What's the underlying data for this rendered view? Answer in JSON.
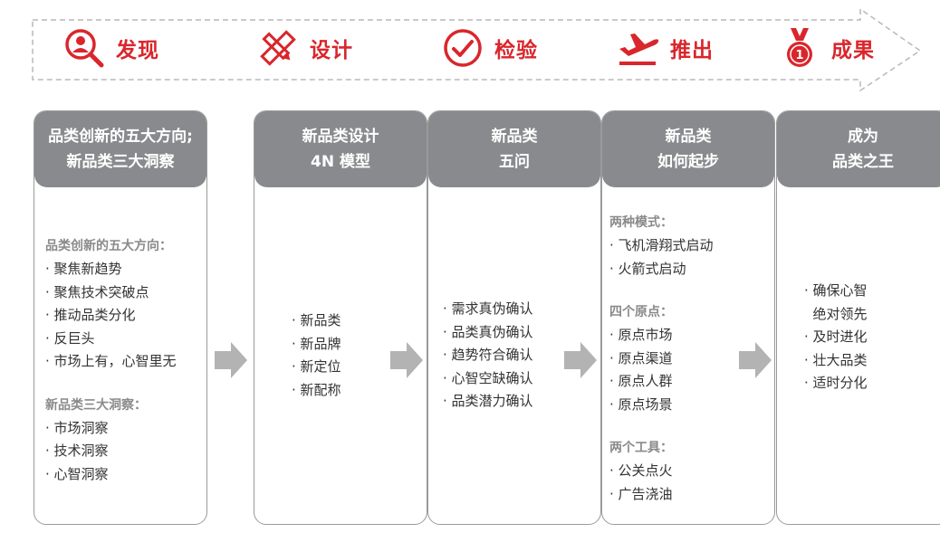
{
  "stages": [
    {
      "label": "发现",
      "icon": "magnifier-person-icon"
    },
    {
      "label": "设计",
      "icon": "ruler-pencil-icon"
    },
    {
      "label": "检验",
      "icon": "check-circle-icon"
    },
    {
      "label": "推出",
      "icon": "airplane-takeoff-icon"
    },
    {
      "label": "成果",
      "icon": "medal-icon"
    }
  ],
  "cards": [
    {
      "title_lines": [
        "品类创新的五大方向;",
        "新品类三大洞察"
      ],
      "groups": [
        {
          "title": "品类创新的五大方向：",
          "items": [
            "· 聚焦新趋势",
            "· 聚焦技术突破点",
            "· 推动品类分化",
            "· 反巨头",
            "· 市场上有，心智里无"
          ]
        },
        {
          "title": "新品类三大洞察：",
          "items": [
            "· 市场洞察",
            "· 技术洞察",
            "· 心智洞察"
          ]
        }
      ]
    },
    {
      "title_lines": [
        "新品类设计",
        "4N 模型"
      ],
      "groups": [
        {
          "title": "",
          "items": [
            "· 新品类",
            "· 新品牌",
            "· 新定位",
            "· 新配称"
          ]
        }
      ]
    },
    {
      "title_lines": [
        "新品类",
        "五问"
      ],
      "groups": [
        {
          "title": "",
          "items": [
            "· 需求真伪确认",
            "· 品类真伪确认",
            "· 趋势符合确认",
            "· 心智空缺确认",
            "· 品类潜力确认"
          ]
        }
      ]
    },
    {
      "title_lines": [
        "新品类",
        "如何起步"
      ],
      "groups": [
        {
          "title": "两种模式：",
          "items": [
            "· 飞机滑翔式启动",
            "· 火箭式启动"
          ]
        },
        {
          "title": "四个原点：",
          "items": [
            "· 原点市场",
            "· 原点渠道",
            "· 原点人群",
            "· 原点场景"
          ]
        },
        {
          "title": "两个工具：",
          "items": [
            "· 公关点火",
            "· 广告浇油"
          ]
        }
      ]
    },
    {
      "title_lines": [
        "成为",
        "品类之王"
      ],
      "groups": [
        {
          "title": "",
          "items": [
            "· 确保心智",
            "  绝对领先",
            "· 及时进化",
            "· 壮大品类",
            "· 适时分化"
          ]
        }
      ]
    }
  ],
  "colors": {
    "accent": "#d9262c",
    "header": "#888a8d",
    "arrow": "#b3b3b3",
    "border": "#9a9a9a"
  }
}
